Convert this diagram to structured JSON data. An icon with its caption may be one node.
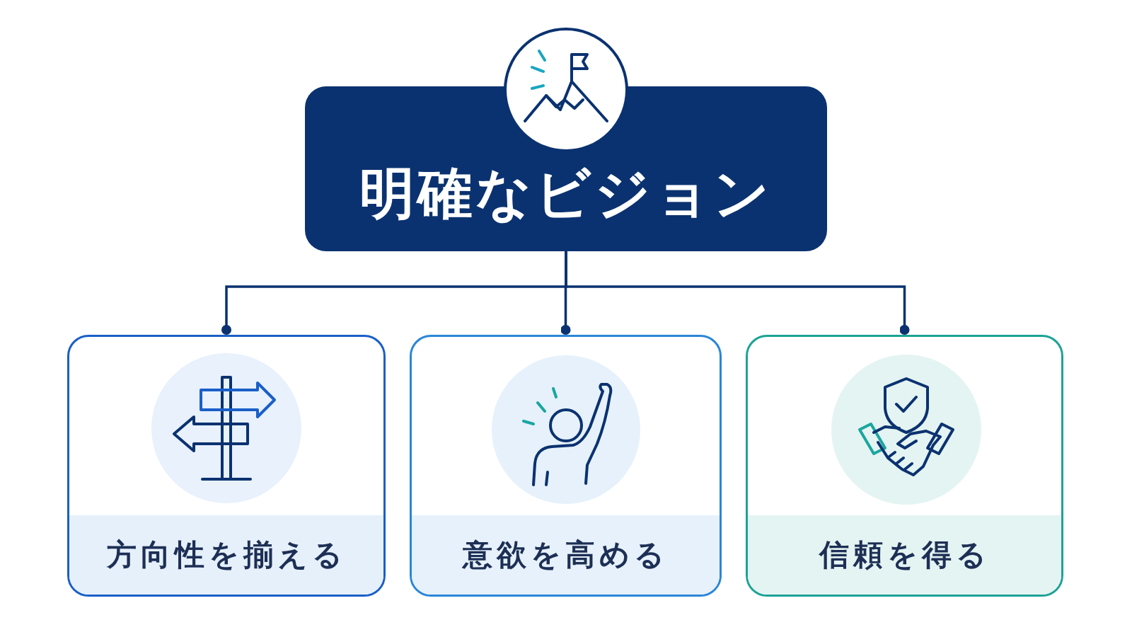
{
  "diagram": {
    "nodes": [
      {
        "text": [
          "明確なビジョン"
        ]
      },
      {
        "text": [
          "方向性を揃える"
        ]
      },
      {
        "text": [
          "意欲を高める"
        ]
      },
      {
        "text": [
          "信頼を得る"
        ]
      }
    ],
    "edges": [
      {
        "from": 0,
        "to": 1,
        "arrow": "other"
      },
      {
        "from": 0,
        "to": 2,
        "arrow": "other"
      },
      {
        "from": 0,
        "to": 3,
        "arrow": "other"
      }
    ]
  }
}
